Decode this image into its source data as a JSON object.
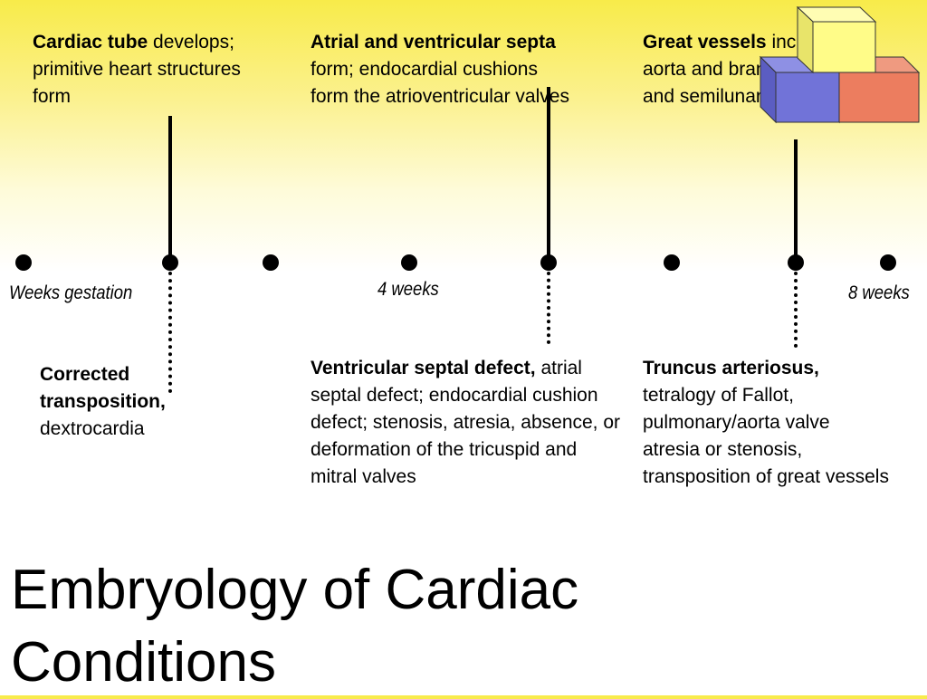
{
  "title": "Embryology of Cardiac Conditions",
  "milestones": [
    {
      "bold": "Cardiac tube",
      "rest": " develops; primitive heart structures form"
    },
    {
      "bold": "Atrial and ventricular septa",
      "rest": " form; endocardial cushions form the atrioventricular valves"
    },
    {
      "bold": "Great vessels",
      "rest": " including aorta and branches, septum, and semilunar valves form"
    }
  ],
  "conditions": [
    {
      "bold": "Corrected transposition,",
      "rest": " dextrocardia"
    },
    {
      "bold": "Ventricular septal defect,",
      "rest": " atrial septal defect; endocardial cushion defect; stenosis, atresia, absence, or deformation of the tricuspid and mitral valves"
    },
    {
      "bold": "Truncus arteriosus,",
      "rest": " tetralogy of Fallot, pulmonary/aorta valve atresia or stenosis, transposition of great vessels"
    }
  ],
  "axis": {
    "start_label": "Weeks gestation",
    "mid_label": "4 weeks",
    "end_label": "8 weeks"
  },
  "colors": {
    "cube_yellow": "#fffc88",
    "cube_blue": "#7173d8",
    "cube_orange": "#ec7d5f"
  }
}
